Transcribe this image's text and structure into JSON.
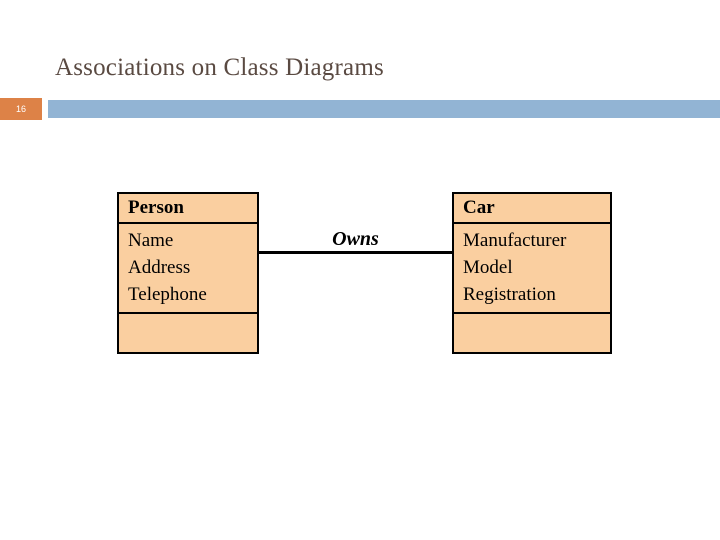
{
  "slide": {
    "title": "Associations on Class Diagrams",
    "page_number": "16",
    "accent_orange": "#DD8247",
    "accent_blue": "#92B4D4",
    "title_color": "#5A4A42",
    "box_fill": "#FACFA0",
    "box_border": "#000000"
  },
  "diagram": {
    "type": "uml-class-diagram",
    "classes": [
      {
        "name": "Person",
        "attributes": [
          "Name",
          "Address",
          "Telephone"
        ],
        "operations": []
      },
      {
        "name": "Car",
        "attributes": [
          "Manufacturer",
          "Model",
          "Registration"
        ],
        "operations": []
      }
    ],
    "association": {
      "label": "Owns",
      "from": "Person",
      "to": "Car"
    }
  }
}
